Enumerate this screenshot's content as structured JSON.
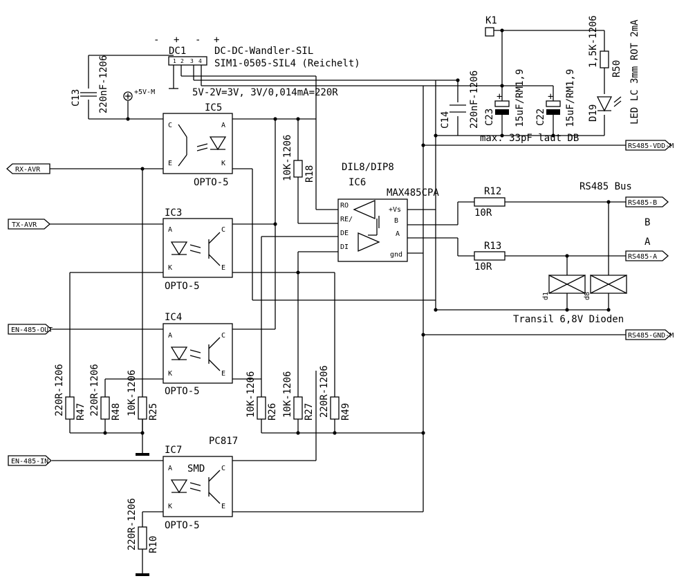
{
  "parts": {
    "dc1": {
      "ref": "DC1",
      "desc": "DC-DC-Wandler-SIL",
      "order": "SIM1-0505-SIL4 (Reichelt)",
      "pins": [
        "1",
        "2",
        "3",
        "4"
      ],
      "polarity": [
        "-",
        "+",
        "-",
        "+"
      ]
    },
    "c13": {
      "ref": "C13",
      "value": "220nF-1206"
    },
    "vcc": {
      "label": "+5V-M"
    },
    "note_calc": "5V-2V=3V, 3V/0,014mA=220R",
    "note_cap": "max. 33pF laut DB",
    "ic5": {
      "ref": "IC5",
      "type": "OPTO-5",
      "pins": {
        "a": "C",
        "b": "E",
        "c": "A",
        "d": "K"
      }
    },
    "ic3": {
      "ref": "IC3",
      "type": "OPTO-5",
      "pins": {
        "a": "A",
        "b": "K",
        "c": "C",
        "d": "E"
      }
    },
    "ic4": {
      "ref": "IC4",
      "type": "OPTO-5",
      "pins": {
        "a": "A",
        "b": "K",
        "c": "C",
        "d": "E"
      }
    },
    "ic7": {
      "ref": "IC7",
      "type": "OPTO-5",
      "pkg": "SMD",
      "part": "PC817",
      "pins": {
        "a": "A",
        "b": "K",
        "c": "C",
        "d": "E"
      }
    },
    "ic6": {
      "ref": "IC6",
      "pkg": "DIL8/DIP8",
      "part": "MAX485CPA",
      "pins_left": [
        "RO",
        "RE/",
        "DE",
        "DI"
      ],
      "pins_right": [
        "+Vs",
        "B",
        "A",
        "gnd"
      ]
    },
    "r18": {
      "ref": "R18",
      "value": "10K-1206"
    },
    "r12": {
      "ref": "R12",
      "value": "10R"
    },
    "r13": {
      "ref": "R13",
      "value": "10R"
    },
    "r47": {
      "ref": "R47",
      "value": "220R-1206"
    },
    "r48": {
      "ref": "R48",
      "value": "220R-1206"
    },
    "r25": {
      "ref": "R25",
      "value": "10K-1206"
    },
    "r26": {
      "ref": "R26",
      "value": "10K-1206"
    },
    "r27": {
      "ref": "R27",
      "value": "10K-1206"
    },
    "r49": {
      "ref": "R49",
      "value": "220R-1206"
    },
    "r10": {
      "ref": "R10",
      "value": "220R-1206"
    },
    "r50": {
      "ref": "R50",
      "value": "1,5K-1206"
    },
    "c14": {
      "ref": "C14",
      "value": "220nF-1206"
    },
    "c23": {
      "ref": "C23",
      "value": "15uF/RM1,9"
    },
    "c22": {
      "ref": "C22",
      "value": "15uF/RM1,9"
    },
    "d19": {
      "ref": "D19",
      "value": "LED LC 3mm ROT 2mA"
    },
    "k1": {
      "ref": "K1"
    },
    "d1": {
      "ref": "d1"
    },
    "d8": {
      "ref": "d8"
    },
    "bus_title": "RS485 Bus",
    "bus_b": "B",
    "bus_a": "A",
    "transil": "Transil 6,8V Dioden"
  },
  "ports": {
    "rx_avr": "RX-AVR",
    "tx_avr": "TX-AVR",
    "en_out": "EN-485-OUT",
    "en_in": "EN-485-IN",
    "rs485_vdd": "RS485-VDD-M",
    "rs485_b": "RS485-B",
    "rs485_a": "RS485-A",
    "rs485_gnd": "RS485-GND-M"
  }
}
